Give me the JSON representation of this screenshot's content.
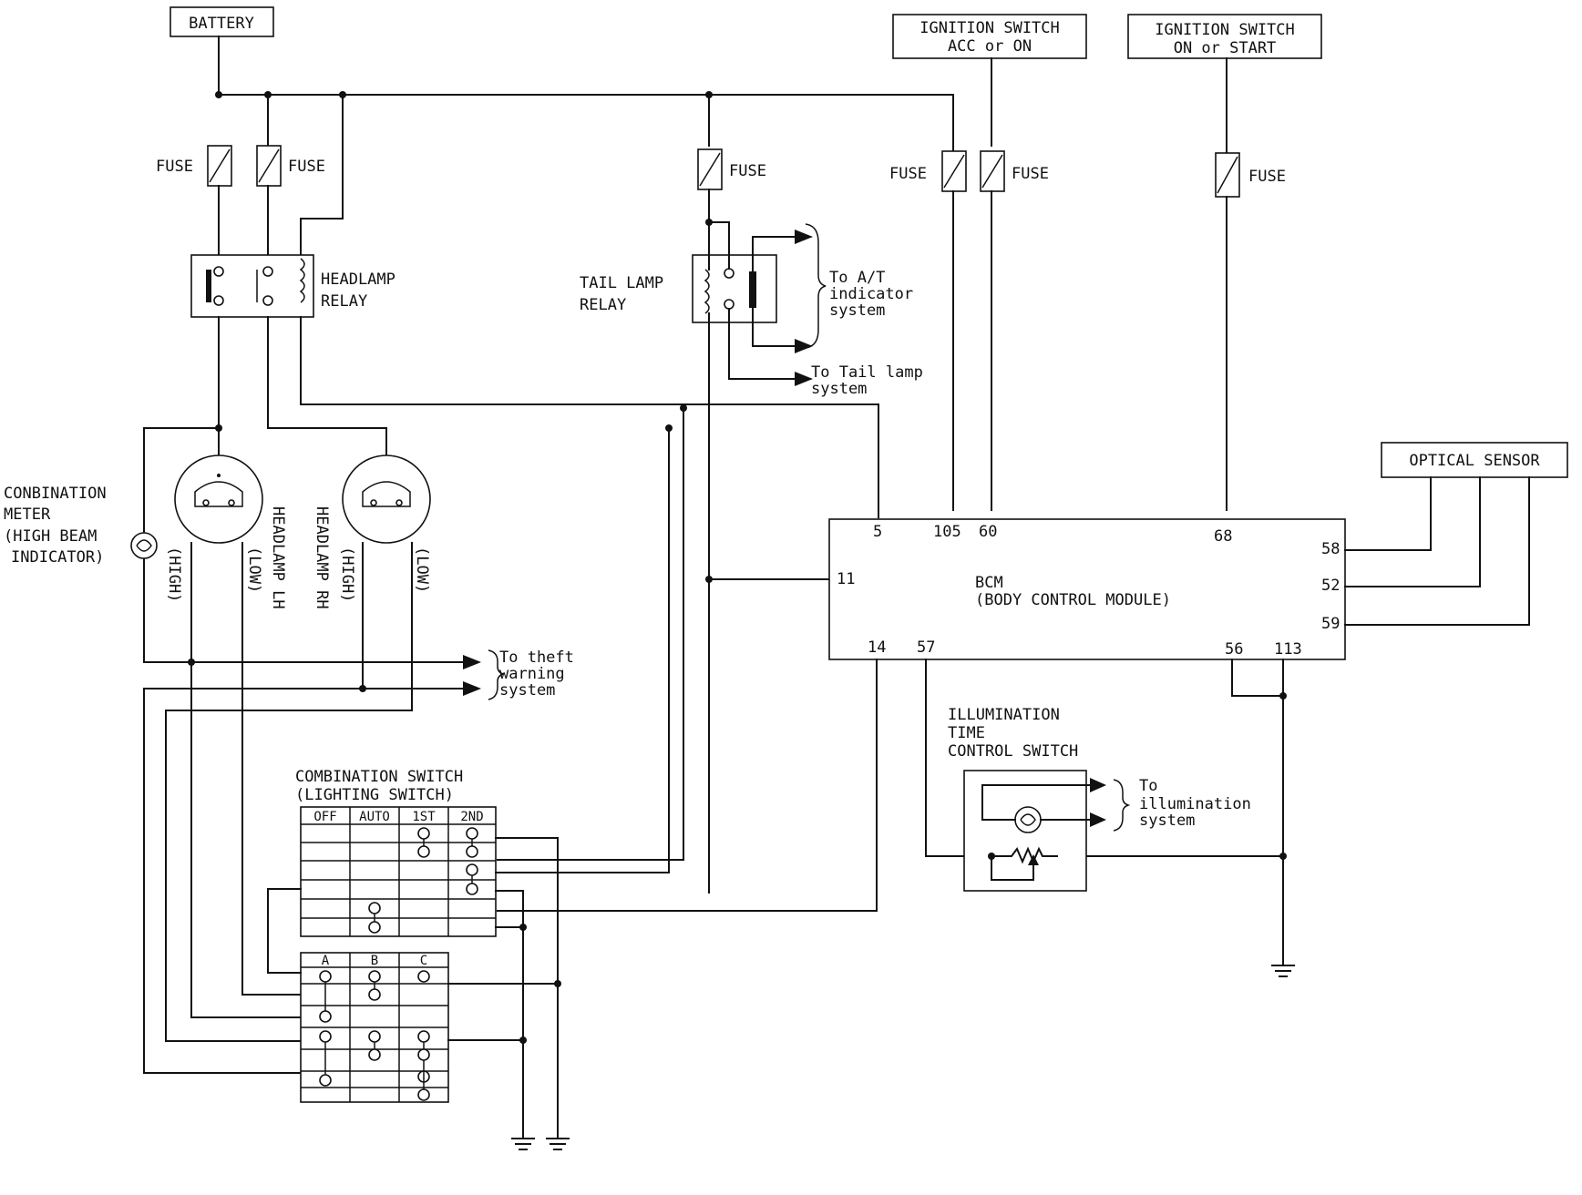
{
  "labels": {
    "battery": "BATTERY",
    "ign_acc_1": "IGNITION SWITCH",
    "ign_acc_2": "ACC or ON",
    "ign_on_1": "IGNITION SWITCH",
    "ign_on_2": "ON or START",
    "fuse": "FUSE",
    "headlamp_relay_1": "HEADLAMP",
    "headlamp_relay_2": "RELAY",
    "tail_relay_1": "TAIL LAMP",
    "tail_relay_2": "RELAY",
    "to_at_1": "To A/T",
    "to_at_2": "indicator",
    "to_at_3": "system",
    "to_tail_1": "To Tail lamp",
    "to_tail_2": "system",
    "optical_sensor": "OPTICAL SENSOR",
    "combo_meter_1": "CONBINATION",
    "combo_meter_2": "METER",
    "combo_meter_3": "(HIGH BEAM",
    "combo_meter_4": "INDICATOR)",
    "headlamp_lh": "HEADLAMP LH",
    "headlamp_rh": "HEADLAMP RH",
    "high": "(HIGH)",
    "low": "(LOW)",
    "to_theft_1": "To theft",
    "to_theft_2": "warning",
    "to_theft_3": "system",
    "bcm_1": "BCM",
    "bcm_2": "(BODY CONTROL MODULE)",
    "illum_1": "ILLUMINATION",
    "illum_2": "TIME",
    "illum_3": "CONTROL SWITCH",
    "to_illum_1": "To",
    "to_illum_2": "illumination",
    "to_illum_3": "system",
    "combo_switch_1": "COMBINATION SWITCH",
    "combo_switch_2": "(LIGHTING SWITCH)"
  },
  "bcm_pins": {
    "p5": "5",
    "p105": "105",
    "p60": "60",
    "p68": "68",
    "p58": "58",
    "p52": "52",
    "p59": "59",
    "p11": "11",
    "p14": "14",
    "p57": "57",
    "p56": "56",
    "p113": "113"
  },
  "lighting_switch_headers": [
    "OFF",
    "AUTO",
    "1ST",
    "2ND"
  ],
  "dimmer_switch_headers": [
    "A",
    "B",
    "C"
  ]
}
